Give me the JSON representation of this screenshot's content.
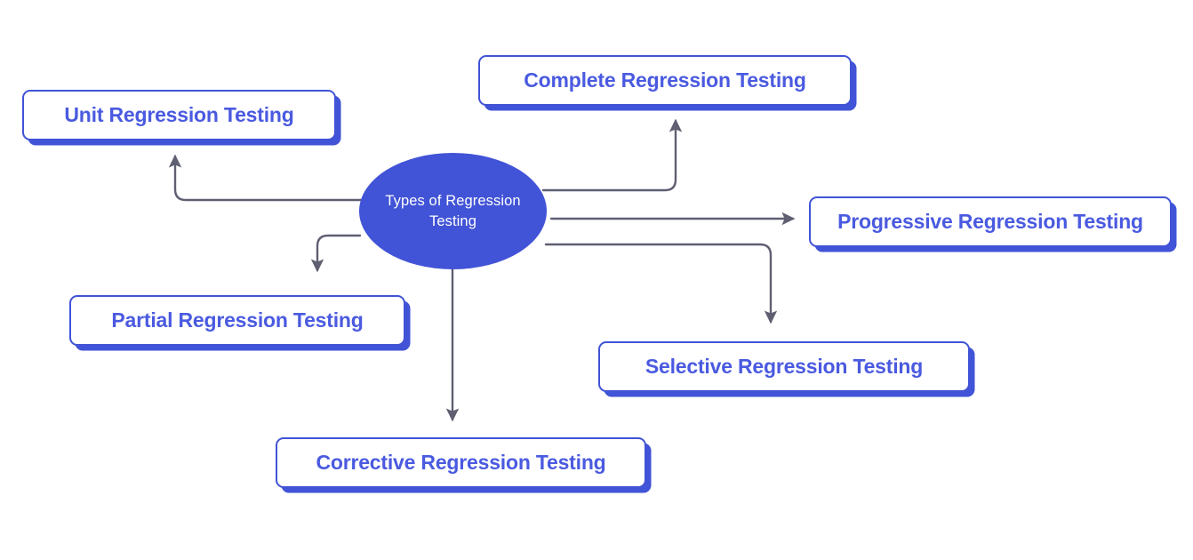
{
  "diagram": {
    "type": "mind-map",
    "background_color": "#ffffff",
    "accent_color": "#4153d6",
    "label_color": "#4a5ae0",
    "connector_color": "#5f5f72",
    "hub": {
      "label": "Types of Regression Testing",
      "text_color": "#ffffff",
      "fill_color": "#4153d6",
      "shape": "ellipse"
    },
    "nodes": [
      {
        "id": "unit",
        "label": "Unit Regression Testing",
        "position": "upper-left",
        "connector": "elbow-left-up",
        "arrow_direction": "up"
      },
      {
        "id": "complete",
        "label": "Complete Regression Testing",
        "position": "top",
        "connector": "elbow-right-up",
        "arrow_direction": "up"
      },
      {
        "id": "progressive",
        "label": "Progressive Regression Testing",
        "position": "right",
        "connector": "straight-right",
        "arrow_direction": "right"
      },
      {
        "id": "partial",
        "label": "Partial Regression Testing",
        "position": "lower-left",
        "connector": "elbow-left-down",
        "arrow_direction": "down"
      },
      {
        "id": "selective",
        "label": "Selective Regression Testing",
        "position": "lower-right",
        "connector": "elbow-right-down",
        "arrow_direction": "down"
      },
      {
        "id": "corrective",
        "label": "Corrective Regression Testing",
        "position": "bottom",
        "connector": "straight-down",
        "arrow_direction": "down"
      }
    ]
  }
}
